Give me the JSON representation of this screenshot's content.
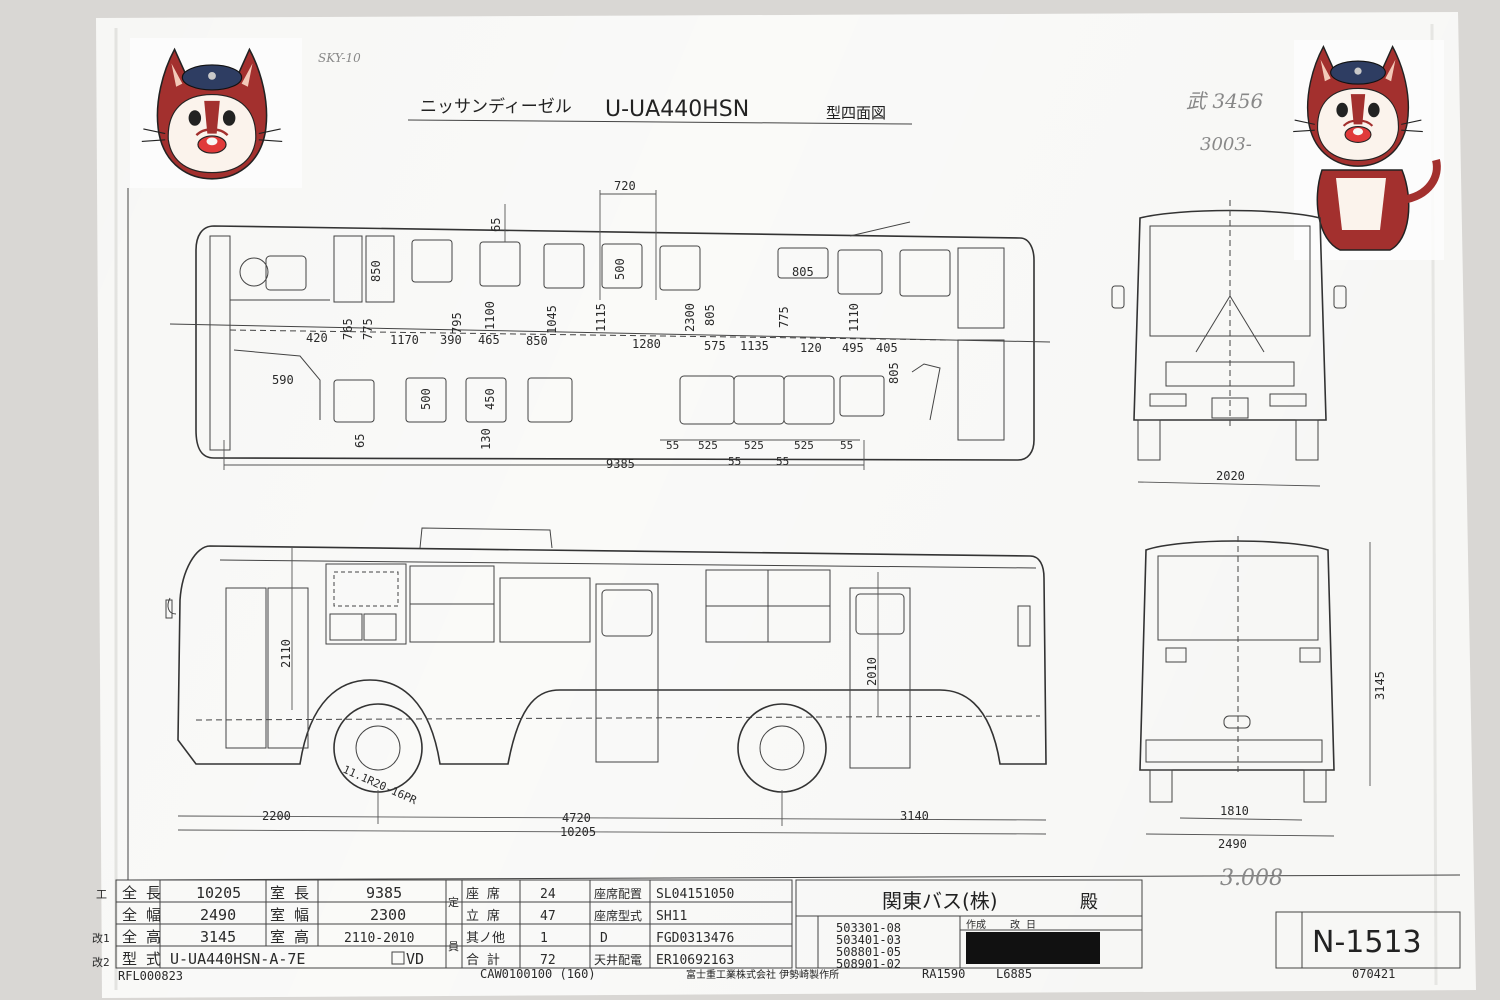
{
  "title": {
    "maker": "ニッサンディーゼル",
    "model": "U-UA440HSN",
    "kind": "型四面図"
  },
  "handwriting": {
    "top_left": "SKY-10",
    "right_1": "武 3456",
    "right_2": "3003-",
    "middle": "3.008"
  },
  "plan_dims": [
    "720",
    "65",
    "850",
    "765",
    "775",
    "795",
    "1100",
    "1045",
    "1115",
    "500",
    "2300",
    "805",
    "775",
    "805",
    "1110",
    "420",
    "1170",
    "390",
    "465",
    "850",
    "1280",
    "575",
    "1135",
    "120",
    "495",
    "405",
    "805",
    "590",
    "500",
    "450",
    "65",
    "130",
    "55",
    "525",
    "525",
    "525",
    "55",
    "55",
    "55",
    "9385"
  ],
  "plan_dim_labels": {
    "d720": "720",
    "d65t": "65",
    "d850": "850",
    "d765": "765",
    "d775a": "775",
    "d795": "795",
    "d1100": "1100",
    "d1045": "1045",
    "d1115": "1115",
    "d500a": "500",
    "d2300": "2300",
    "d805a": "805",
    "d775b": "775",
    "d805b": "805",
    "d1110": "1110",
    "d420": "420",
    "d1170": "1170",
    "d390": "390",
    "d465": "465",
    "d850b": "850",
    "d1280": "1280",
    "d575": "575",
    "d1135": "1135",
    "d120": "120",
    "d495": "495",
    "d405": "405",
    "d805c": "805",
    "d590": "590",
    "d500b": "500",
    "d450": "450",
    "d65b": "65",
    "d130": "130",
    "d55a": "55",
    "d525a": "525",
    "d525b": "525",
    "d525c": "525",
    "d55b": "55",
    "d55c": "55",
    "d55d": "55",
    "d9385": "9385"
  },
  "side_dims": {
    "d2110": "2110",
    "d2010": "2010",
    "tire": "11.1R20-16PR",
    "d2200": "2200",
    "d4720": "4720",
    "d3140": "3140",
    "d10205": "10205"
  },
  "front_dims": {
    "d2020": "2020"
  },
  "rear_dims": {
    "d3145": "3145",
    "d1810": "1810",
    "d2490": "2490"
  },
  "spec_table": {
    "row_marks": [
      "工",
      "",
      "改1",
      "改2"
    ],
    "rows": [
      {
        "k1": "全 長",
        "v1": "10205",
        "k2": "室 長",
        "v2": "9385",
        "k3": "座 席",
        "v3": "24",
        "k4": "座席配置",
        "v4": "SL04151050"
      },
      {
        "k1": "全 幅",
        "v1": "2490",
        "k2": "室 幅",
        "v2": "2300",
        "k3": "立 席",
        "v3": "47",
        "k4": "座席型式",
        "v4": "SH11"
      },
      {
        "k1": "全 高",
        "v1": "3145",
        "k2": "室 高",
        "v2": "2110-2010",
        "k3": "其ノ他",
        "v3": "1",
        "k4": "D",
        "v4": "FGD0313476"
      },
      {
        "k1": "型 式",
        "v1": "U-UA440HSN-A-7E",
        "v2": "VD",
        "k3": "合 計",
        "v3": "72",
        "k4": "天井配電",
        "v4": "ER10692163"
      }
    ],
    "side_mark_1": "定",
    "side_mark_2": "員"
  },
  "customer": "関東バス(株)",
  "customer_suffix": "殿",
  "drawing_nos": [
    "503301-08",
    "503401-03",
    "508801-05",
    "508901-02"
  ],
  "stamp_headers": [
    "作成",
    "改 日"
  ],
  "sheet_no": "N-1513",
  "footer": {
    "left_code": "RFL000823",
    "center_code": "CAW0100100 (160)",
    "company": "富士重工業株式会社 伊勢崎製作所",
    "code_a": "RA1590",
    "code_b": "L6885",
    "date_code": "070421"
  },
  "colors": {
    "paper": "#f7f7f5",
    "ink": "#333333",
    "cat_red": "#a3302e",
    "cat_cap": "#2e3d62",
    "redaction": "#111111"
  }
}
